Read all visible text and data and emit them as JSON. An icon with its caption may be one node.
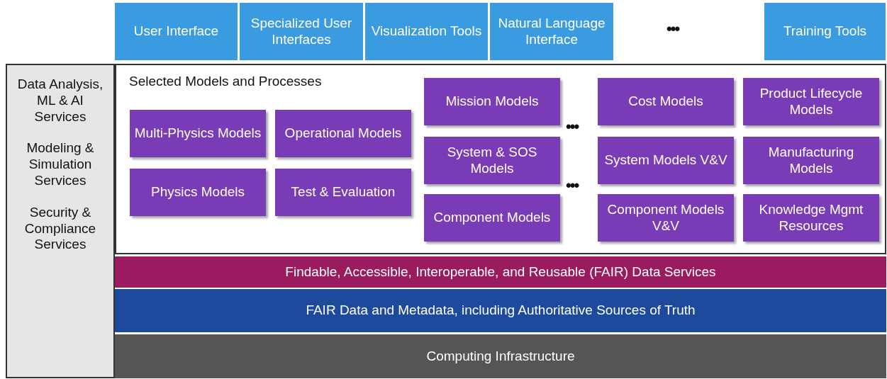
{
  "diagram": {
    "nodes": [
      {
        "text": [
          "User Interface"
        ]
      },
      {
        "text": [
          "Specialized User Interfaces"
        ]
      },
      {
        "text": [
          "Visualization Tools"
        ]
      },
      {
        "text": [
          "Natural Language Interface"
        ]
      },
      {
        "text": [
          "Training Tools"
        ]
      },
      {
        "text": [
          "Data Analysis, ML & AI Services",
          "Modeling & Simulation Services",
          "Security & Compliance Services"
        ]
      },
      {
        "text": [
          "Selected Models and Processes"
        ]
      },
      {
        "text": [
          "Multi-Physics Models"
        ],
        "in": 6
      },
      {
        "text": [
          "Operational Models"
        ],
        "in": 6
      },
      {
        "text": [
          "Physics Models"
        ],
        "in": 6
      },
      {
        "text": [
          "Test & Evaluation"
        ],
        "in": 6
      },
      {
        "text": [
          "Mission Models"
        ],
        "in": 6
      },
      {
        "text": [
          "System & SOS Models"
        ],
        "in": 6
      },
      {
        "text": [
          "Component Models"
        ],
        "in": 6
      },
      {
        "text": [
          "Cost Models"
        ],
        "in": 6
      },
      {
        "text": [
          "System Models V&V"
        ],
        "in": 6
      },
      {
        "text": [
          "Component Models V&V"
        ],
        "in": 6
      },
      {
        "text": [
          "Product Lifecycle Models"
        ],
        "in": 6
      },
      {
        "text": [
          "Manufacturing Models"
        ],
        "in": 6
      },
      {
        "text": [
          "Knowledge Mgmt Resources"
        ],
        "in": 6
      },
      {
        "text": [
          "Findable, Accessible, Interoperable, and Reusable (FAIR) Data Services"
        ]
      },
      {
        "text": [
          "FAIR Data and Metadata, including Authoritative Sources of Truth"
        ]
      },
      {
        "text": [
          "Computing Infrastructure"
        ]
      }
    ],
    "labels": [
      "•••",
      "•••",
      "•••"
    ]
  }
}
